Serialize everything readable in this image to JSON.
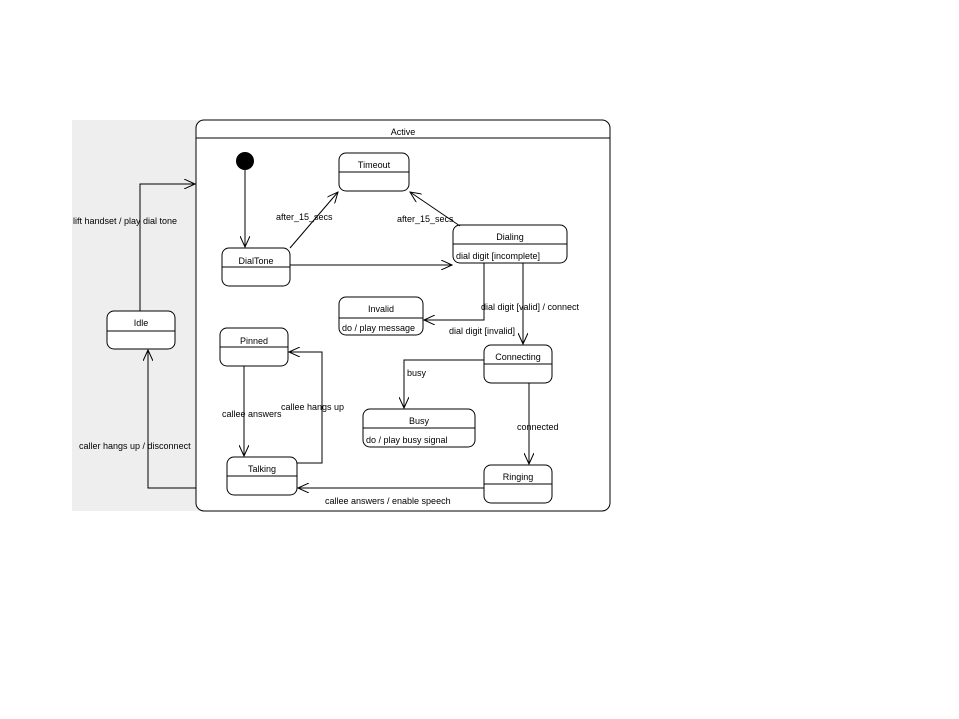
{
  "diagram": {
    "composite": {
      "title": "Active"
    },
    "states": {
      "idle": {
        "name": "Idle"
      },
      "timeout": {
        "name": "Timeout"
      },
      "dialtone": {
        "name": "DialTone"
      },
      "dialing": {
        "name": "Dialing",
        "activity": "dial digit [incomplete]"
      },
      "invalid": {
        "name": "Invalid",
        "activity": "do / play message"
      },
      "pinned": {
        "name": "Pinned"
      },
      "connecting": {
        "name": "Connecting"
      },
      "busy": {
        "name": "Busy",
        "activity": "do / play busy signal"
      },
      "talking": {
        "name": "Talking"
      },
      "ringing": {
        "name": "Ringing"
      }
    },
    "transitions": {
      "lift_handset": "lift handset / play dial tone",
      "caller_hangs_up": "caller hangs up / disconnect",
      "timeout_dialtone": "after_15_secs",
      "timeout_dialing": "after_15_secs",
      "valid": "dial digit [valid] / connect",
      "invalid": "dial digit [invalid]",
      "busy": "busy",
      "connected": "connected",
      "callee_answers_pinned": "callee answers",
      "callee_hangs_up": "callee hangs up",
      "callee_answers_ringing": "callee answers / enable speech"
    }
  }
}
